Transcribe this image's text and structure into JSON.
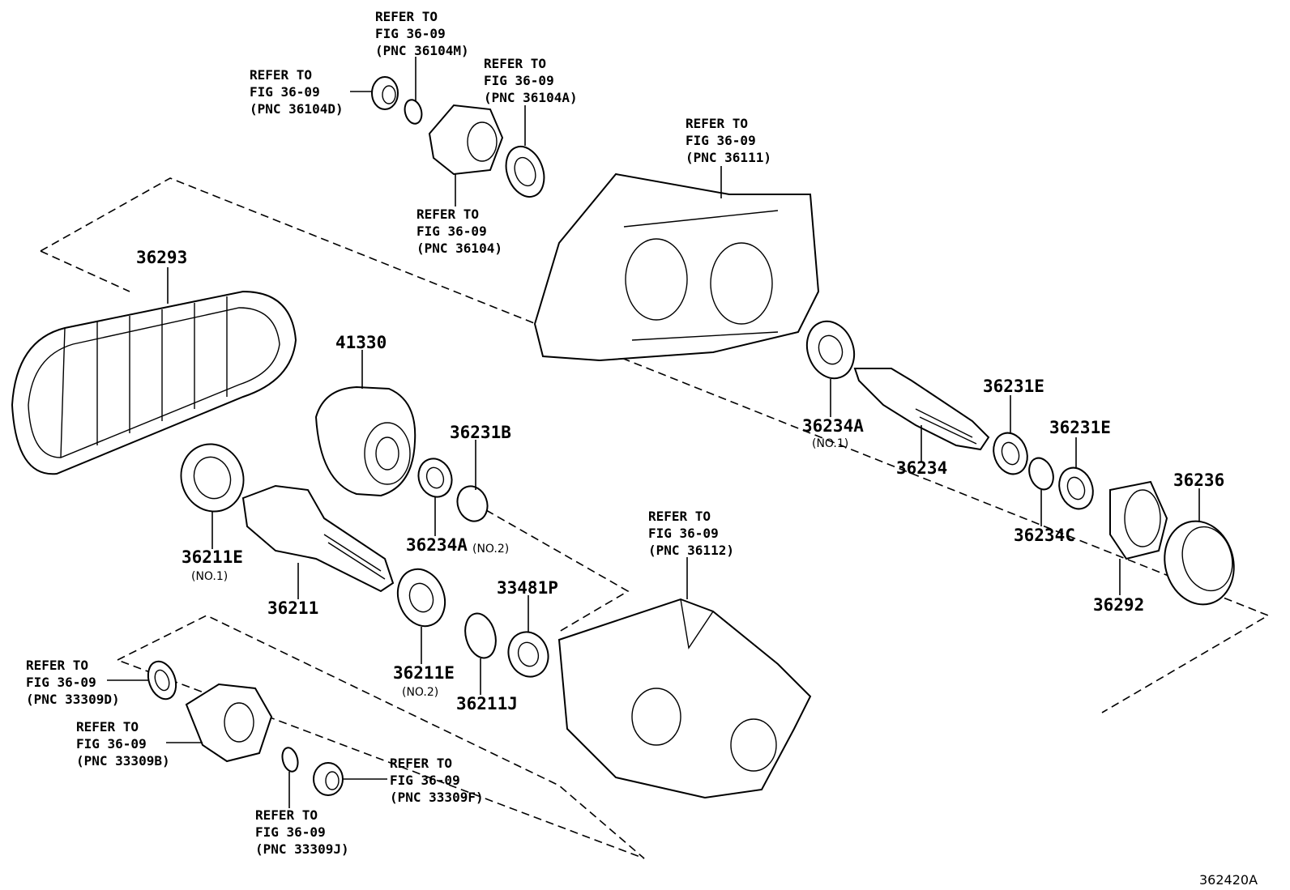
{
  "figure_id": "362420A",
  "labels": {
    "p36293": "36293",
    "p41330": "41330",
    "p36231B": "36231B",
    "p36211E_1": "36211E",
    "p36211E_1_sub": "(NO.1)",
    "p36211": "36211",
    "p36234A_2": "36234A",
    "p36234A_2_sub": "(NO.2)",
    "p33481P": "33481P",
    "p36211E_2": "36211E",
    "p36211E_2_sub": "(NO.2)",
    "p36211J": "36211J",
    "p36234A_1": "36234A",
    "p36234A_1_sub": "(NO.1)",
    "p36234": "36234",
    "p36231E_a": "36231E",
    "p36231E_b": "36231E",
    "p36234C": "36234C",
    "p36236": "36236",
    "p36292": "36292"
  },
  "refs": {
    "r36104M": [
      "REFER TO",
      "FIG 36-09",
      "(PNC 36104M)"
    ],
    "r36104D": [
      "REFER TO",
      "FIG 36-09",
      "(PNC 36104D)"
    ],
    "r36104A": [
      "REFER TO",
      "FIG 36-09",
      "(PNC 36104A)"
    ],
    "r36104": [
      "REFER TO",
      "FIG 36-09",
      "(PNC 36104)"
    ],
    "r36111": [
      "REFER TO",
      "FIG 36-09",
      "(PNC 36111)"
    ],
    "r36112": [
      "REFER TO",
      "FIG 36-09",
      "(PNC 36112)"
    ],
    "r33309D": [
      "REFER TO",
      "FIG 36-09",
      "(PNC 33309D)"
    ],
    "r33309B": [
      "REFER TO",
      "FIG 36-09",
      "(PNC 33309B)"
    ],
    "r33309F": [
      "REFER TO",
      "FIG 36-09",
      "(PNC 33309F)"
    ],
    "r33309J": [
      "REFER TO",
      "FIG 36-09",
      "(PNC 33309J)"
    ]
  }
}
